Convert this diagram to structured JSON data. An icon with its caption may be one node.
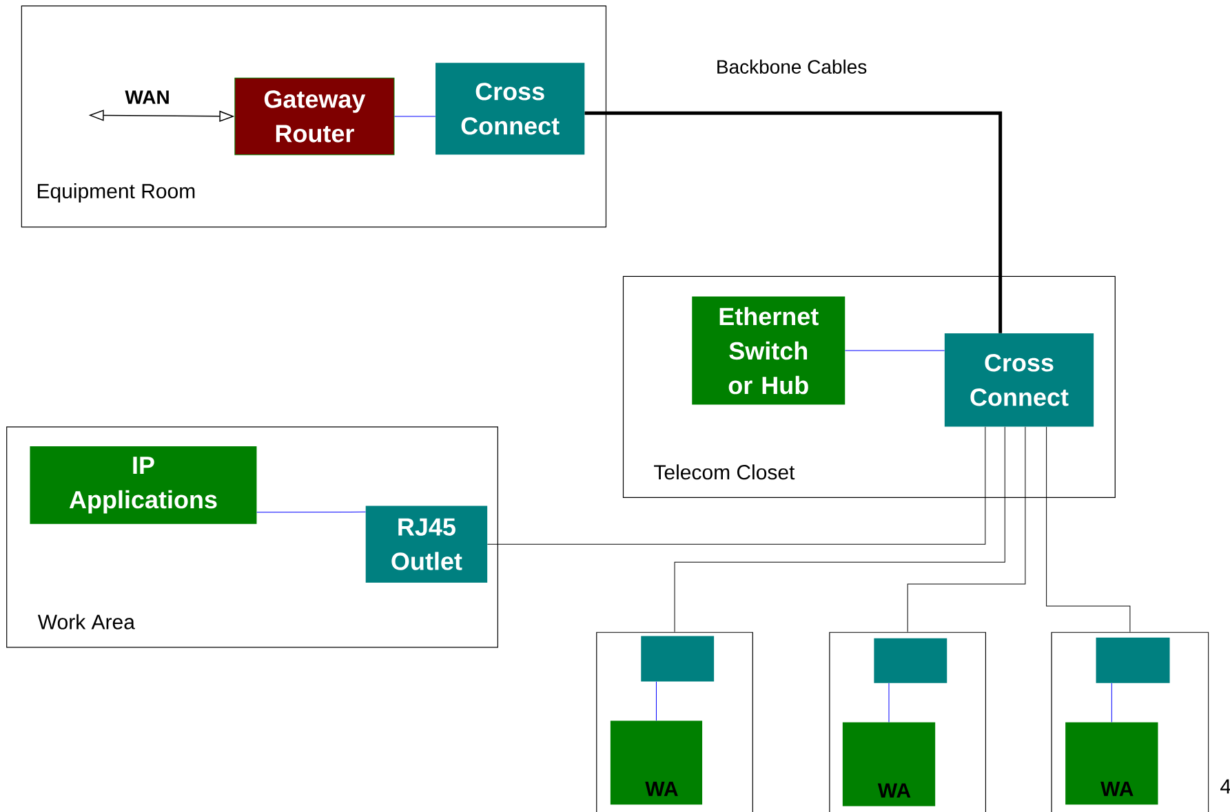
{
  "diagram": {
    "nodes": [
      {
        "text": [
          "Equipment Room"
        ]
      },
      {
        "text": [
          "Gateway Router"
        ],
        "in": 0
      },
      {
        "text": [
          "Cross Connect"
        ],
        "in": 0
      },
      {
        "text": [
          "Telecom Closet"
        ]
      },
      {
        "text": [
          "Ethernet Switch or Hub"
        ],
        "in": 3
      },
      {
        "text": [
          "Cross Connect"
        ],
        "in": 3
      },
      {
        "text": [
          "Work Area"
        ]
      },
      {
        "text": [
          "IP Applications"
        ],
        "in": 6
      },
      {
        "text": [
          "RJ45 Outlet"
        ],
        "in": 6
      },
      {
        "text": [],
        "shape": "box"
      },
      {
        "text": [],
        "shape": "box",
        "in": 9
      },
      {
        "text": [
          "WA"
        ],
        "in": 9
      },
      {
        "text": [],
        "shape": "box"
      },
      {
        "text": [],
        "shape": "box",
        "in": 12
      },
      {
        "text": [
          "WA"
        ],
        "in": 12
      },
      {
        "text": [],
        "shape": "box"
      },
      {
        "text": [],
        "shape": "box",
        "in": 15
      },
      {
        "text": [
          "WA"
        ],
        "in": 15
      }
    ],
    "edges": [
      {
        "from": null,
        "to": 1,
        "arrow": "both",
        "label": "WAN"
      },
      {
        "from": 1,
        "to": 2,
        "arrow": "none",
        "color": "#0000ff"
      },
      {
        "from": 2,
        "to": 5,
        "arrow": "none",
        "style": "thick",
        "label": "Backbone Cables"
      },
      {
        "from": 4,
        "to": 5,
        "arrow": "none",
        "color": "#0000ff"
      },
      {
        "from": 7,
        "to": 8,
        "arrow": "none",
        "color": "#0000ff"
      },
      {
        "from": 5,
        "to": 8,
        "arrow": "none"
      },
      {
        "from": 5,
        "to": 9,
        "arrow": "none"
      },
      {
        "from": 5,
        "to": 12,
        "arrow": "none"
      },
      {
        "from": 5,
        "to": 15,
        "arrow": "none"
      },
      {
        "from": 10,
        "to": 11,
        "arrow": "none",
        "color": "#0000ff"
      },
      {
        "from": 13,
        "to": 14,
        "arrow": "none",
        "color": "#0000ff"
      },
      {
        "from": 16,
        "to": 17,
        "arrow": "none",
        "color": "#0000ff"
      }
    ],
    "labels": [
      "4"
    ]
  }
}
